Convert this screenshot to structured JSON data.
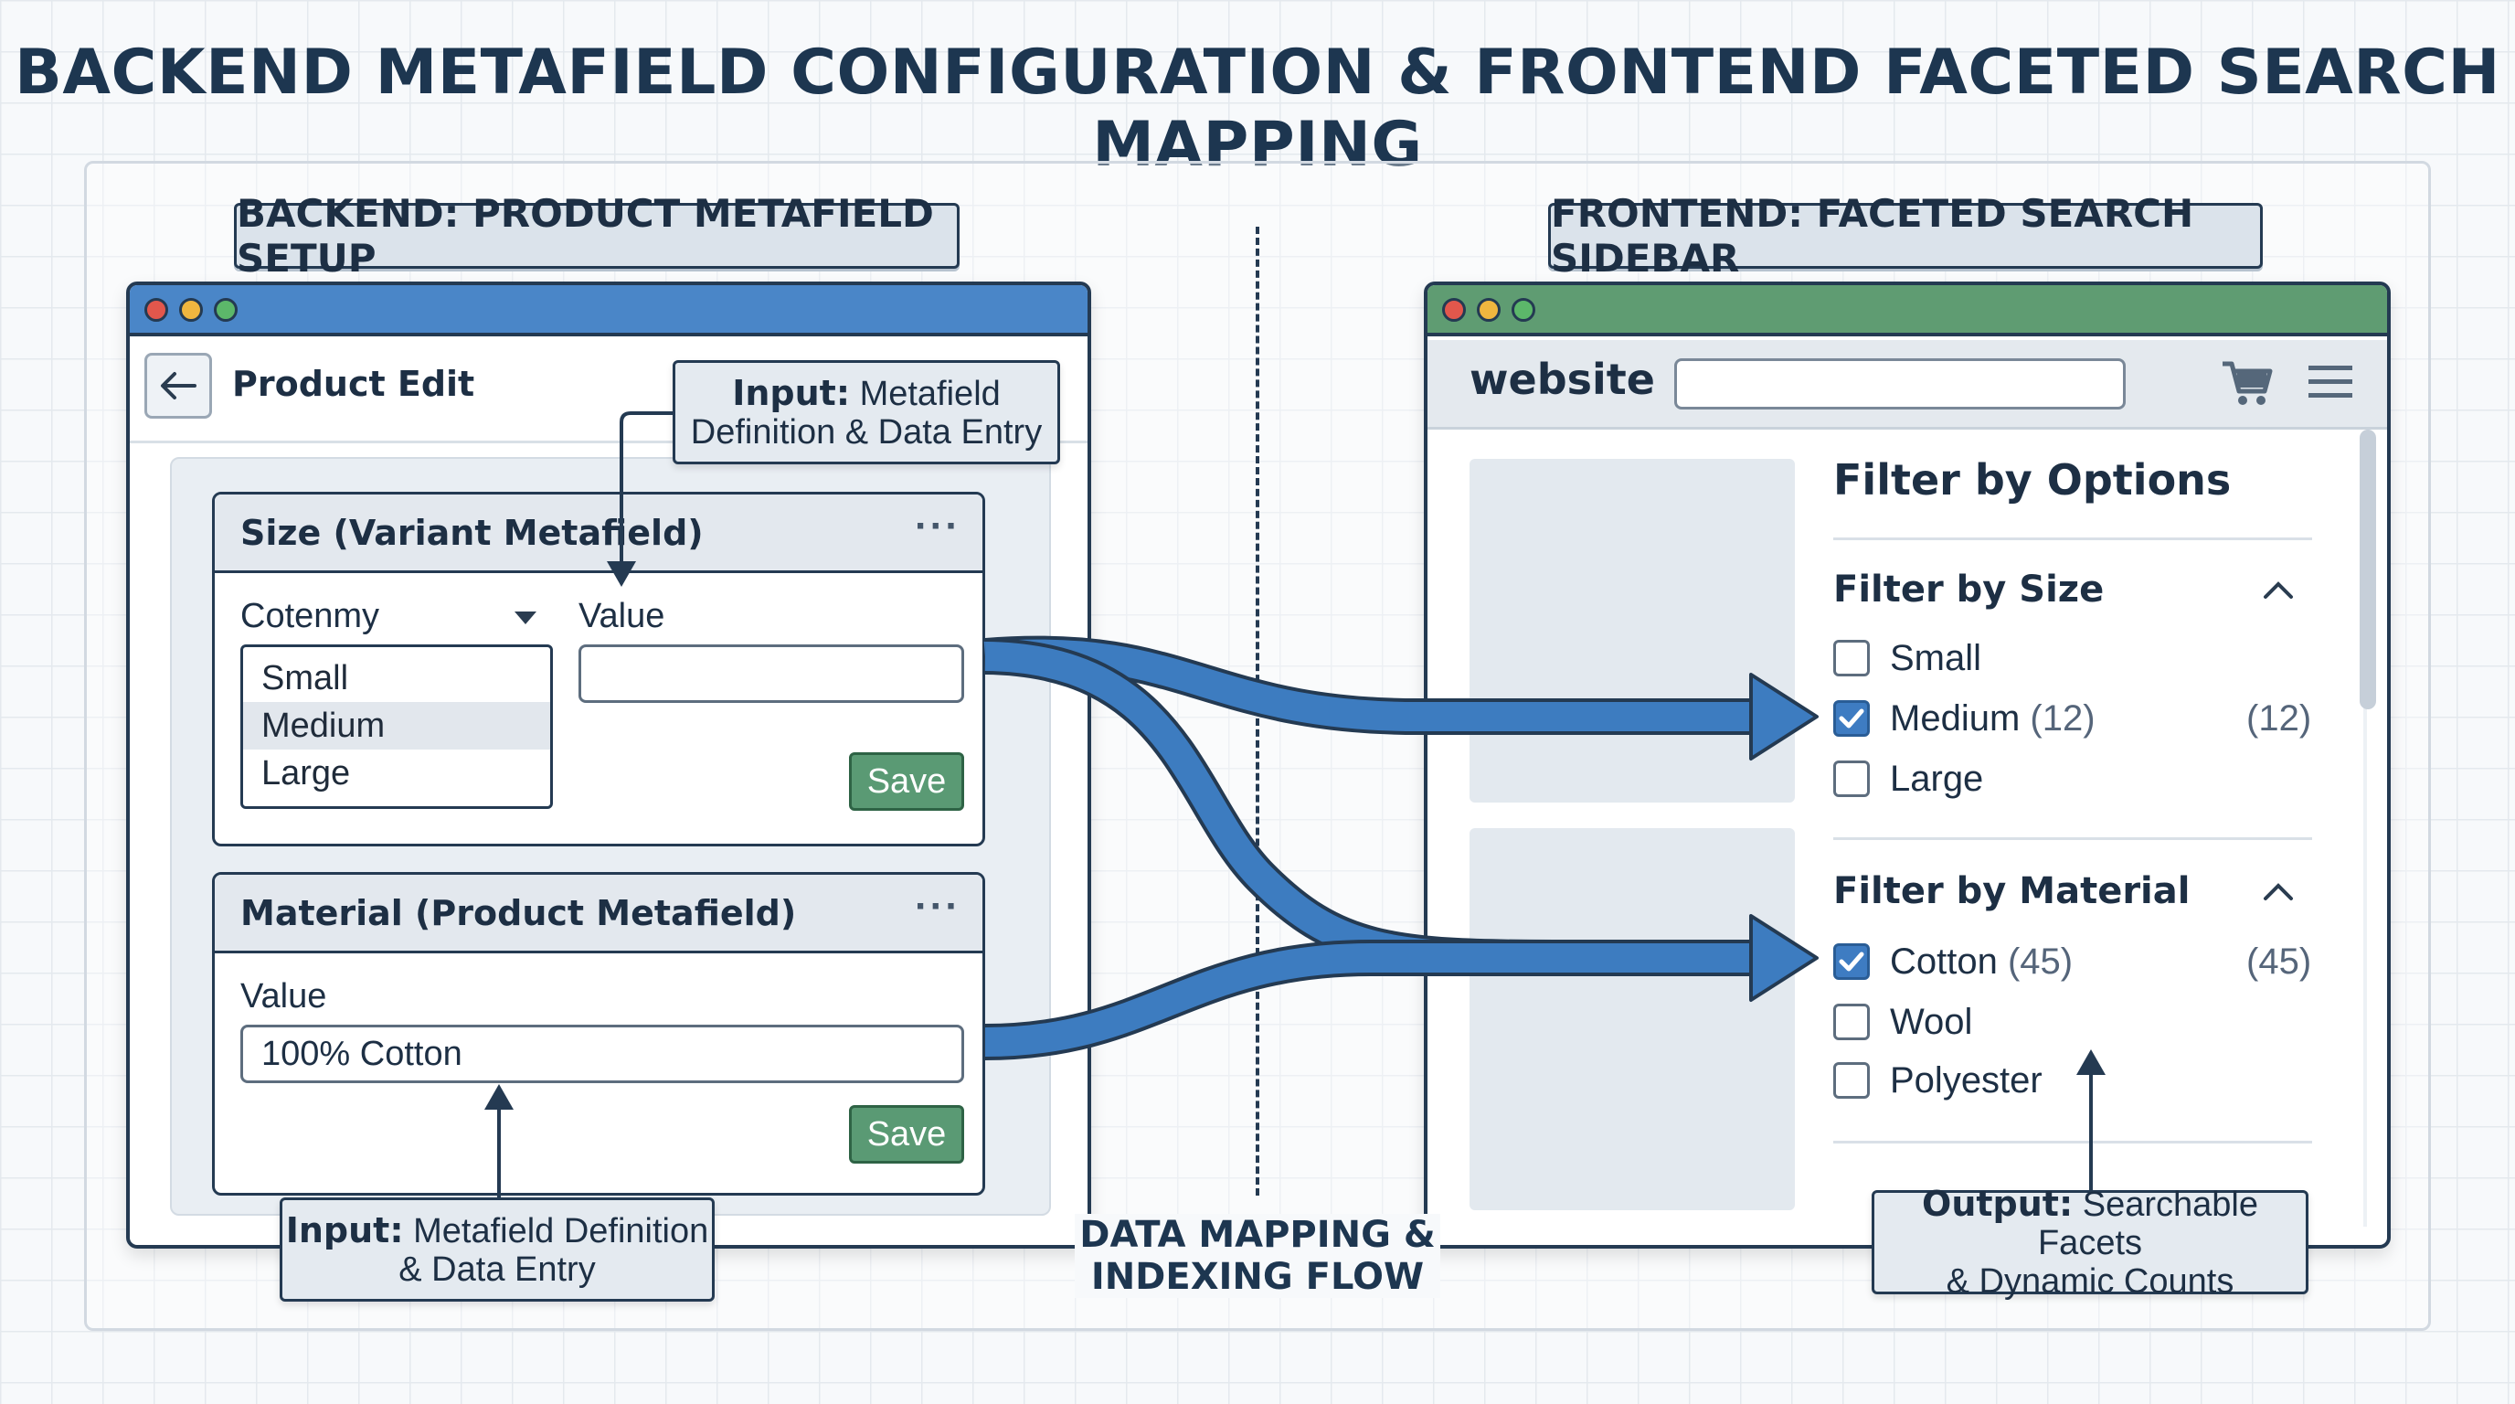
{
  "title": "BACKEND METAFIELD CONFIGURATION & FRONTEND FACETED SEARCH MAPPING",
  "backend": {
    "tag": "BACKEND: PRODUCT METAFIELD SETUP",
    "window_bar_color": "#4a86c8",
    "header_title": "Product Edit",
    "callout_top": {
      "bold": "Input:",
      "line1": "Metafield",
      "line2": "Definition & Data Entry"
    },
    "callout_bottom": {
      "bold": "Input:",
      "line1": "Metafield Definition",
      "line2": "& Data Entry"
    },
    "size_panel": {
      "title": "Size (Variant Metafield)",
      "dropdown_label": "Cotenmy",
      "value_label": "Value",
      "value": "",
      "options": [
        "Small",
        "Medium",
        "Large"
      ],
      "highlighted_option": "Medium",
      "save_label": "Save"
    },
    "material_panel": {
      "title": "Material (Product Metafield)",
      "value_label": "Value",
      "value": "100% Cotton",
      "save_label": "Save"
    }
  },
  "flow": {
    "line1": "DATA MAPPING &",
    "line2": "INDEXING FLOW",
    "arrow_color": "#3d7cc0"
  },
  "frontend": {
    "tag": "FRONTEND: FACETED SEARCH SIDEBAR",
    "window_bar_color": "#5f9c72",
    "site_name": "website",
    "search_value": "",
    "sidebar_title": "Filter by Options",
    "groups": [
      {
        "title": "Filter by Size",
        "items": [
          {
            "label": "Small",
            "checked": false
          },
          {
            "label": "Medium",
            "count_inline": "(12)",
            "count": "(12)",
            "checked": true
          },
          {
            "label": "Large",
            "checked": false
          }
        ]
      },
      {
        "title": "Filter by Material",
        "items": [
          {
            "label": "Cotton",
            "count_inline": "(45)",
            "count": "(45)",
            "checked": true
          },
          {
            "label": "Wool",
            "checked": false
          },
          {
            "label": "Polyester",
            "checked": false
          }
        ]
      }
    ],
    "callout": {
      "bold": "Output:",
      "line1": "Searchable Facets",
      "line2": "& Dynamic Counts"
    }
  },
  "icons": [
    "back-arrow-icon",
    "chevron-down-icon",
    "ellipsis-icon",
    "cart-icon",
    "hamburger-menu-icon",
    "chevron-up-icon",
    "check-icon"
  ]
}
